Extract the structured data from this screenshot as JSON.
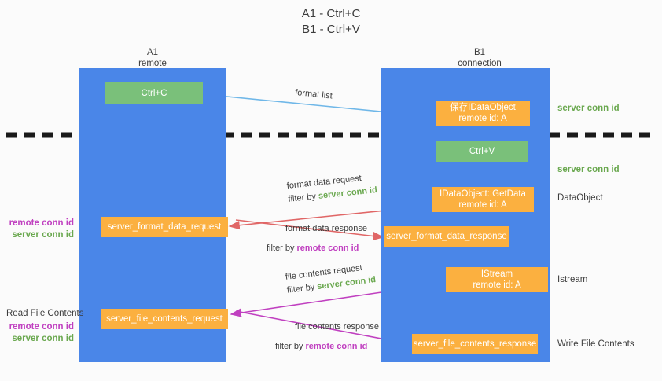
{
  "title": {
    "line1": "A1 - Ctrl+C",
    "line2": "B1 - Ctrl+V"
  },
  "columns": [
    {
      "name": "A1",
      "sub": "remote"
    },
    {
      "name": "B1",
      "sub": "connection"
    }
  ],
  "nodes": {
    "ctrl_c": {
      "label": "Ctrl+C",
      "color": "#7ac07a"
    },
    "ctrl_v": {
      "label": "Ctrl+V",
      "color": "#7ac07a"
    },
    "save_dataobject": {
      "line1": "保存IDataObject",
      "line2": "remote id: A",
      "color": "#fbb040"
    },
    "getdata": {
      "line1": "IDataObject::GetData",
      "line2": "remote id: A",
      "color": "#fbb040"
    },
    "istream": {
      "line1": "IStream",
      "line2": "remote id: A",
      "color": "#fbb040"
    },
    "server_format_data_request": {
      "label": "server_format_data_request",
      "color": "#fbb040"
    },
    "server_format_data_response": {
      "label": "server_format_data_response",
      "color": "#fbb040"
    },
    "server_file_contents_request": {
      "label": "server_file_contents_request",
      "color": "#fbb040"
    },
    "server_file_contents_response": {
      "label": "server_file_contents_response",
      "color": "#fbb040"
    }
  },
  "right_labels": {
    "server_conn_id_1": "server conn id",
    "server_conn_id_2": "server conn id",
    "dataobject": "DataObject",
    "istream": "Istream",
    "write_file_contents": "Write File Contents"
  },
  "left_labels": {
    "conn_pair_1": {
      "remote": "remote conn id",
      "server": "server conn id"
    },
    "read_file_contents": "Read File Contents",
    "conn_pair_2": {
      "remote": "remote conn id",
      "server": "server conn id"
    }
  },
  "edges": {
    "format_list": {
      "text": "format list"
    },
    "format_data_request": {
      "line1": "format data request",
      "filter_prefix": "filter by ",
      "filter_value": "server conn id"
    },
    "format_data_response": {
      "line1": "format data response",
      "filter_prefix": "filter by ",
      "filter_value": "remote conn id"
    },
    "file_contents_request": {
      "line1": "file contents request",
      "filter_prefix": "filter by ",
      "filter_value": "server conn id"
    },
    "file_contents_response": {
      "line1": "file contents response",
      "filter_prefix": "filter by ",
      "filter_value": "remote conn id"
    }
  },
  "colors": {
    "lane": "#4a86e8",
    "green_node": "#7ac07a",
    "orange_node": "#fbb040",
    "server_conn": "#6aa84f",
    "remote_conn": "#c040c0",
    "arrow_lightblue": "#6fb7e8",
    "arrow_red": "#e06666",
    "arrow_magenta": "#c040c0",
    "arrow_black": "#111111",
    "background": "#fbfbfb"
  }
}
